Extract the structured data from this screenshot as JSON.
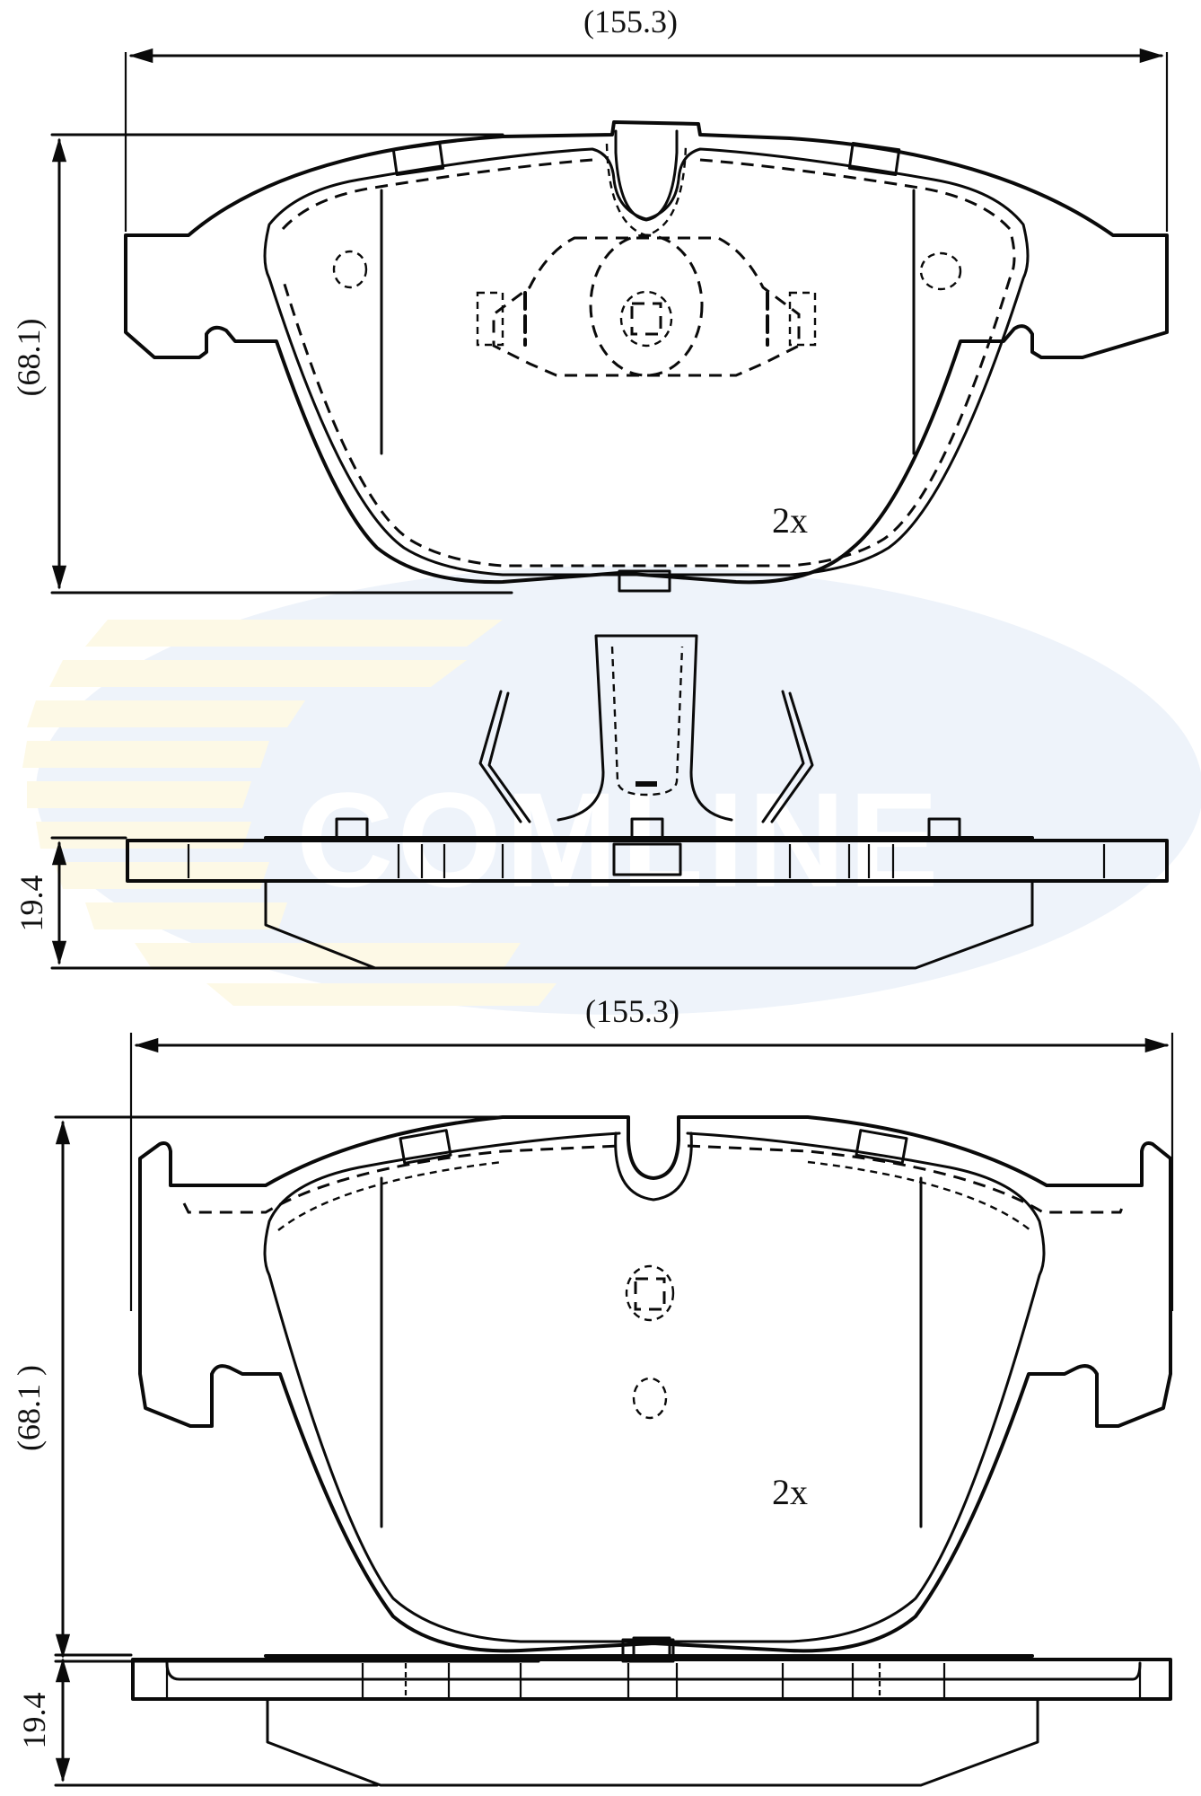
{
  "drawing": {
    "brand_watermark": "COMLINE",
    "colors": {
      "line": "#0a0a0a",
      "background": "#ffffff",
      "watermark_blue": "#eef3fa",
      "watermark_yellow": "#fdf9e6"
    },
    "views": [
      {
        "name": "front-pad-face-view",
        "width_dimension": "(155.3)",
        "height_dimension": "(68.1)",
        "quantity": "2x"
      },
      {
        "name": "front-pad-side-view",
        "thickness_dimension": "19.4"
      },
      {
        "name": "rear-pad-face-view",
        "width_dimension": "(155.3)",
        "height_dimension": "(68.1 )",
        "quantity": "2x"
      },
      {
        "name": "rear-pad-side-view",
        "thickness_dimension": "19.4"
      }
    ]
  }
}
